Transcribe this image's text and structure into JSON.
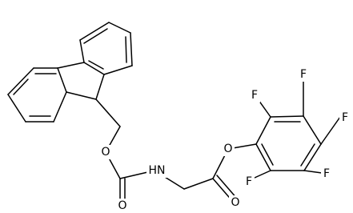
{
  "molecule": {
    "colors": {
      "bond": "#000000",
      "label": "#000000",
      "background": "#ffffff"
    },
    "atoms": {
      "ester_o": "O",
      "carbonyl_o_right": "O",
      "carbonyl_o_left": "O",
      "amide_n": "HN",
      "carbamate_o": "O",
      "f_top_left": "F",
      "f_top_right": "F",
      "f_right": "F",
      "f_bottom_right": "F",
      "f_bottom_left": "F"
    }
  }
}
